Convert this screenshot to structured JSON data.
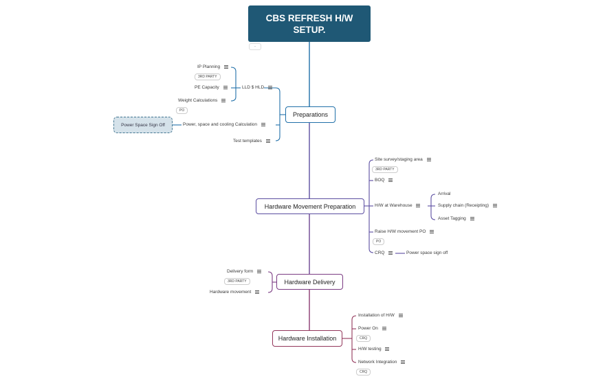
{
  "root": {
    "title": "CBS REFRESH H/W SETUP."
  },
  "colors": {
    "root_bg": "#1f5875",
    "prep": "#1f6fa8",
    "movement": "#5a4ca0",
    "delivery": "#7a3a82",
    "install": "#92355a"
  },
  "preparations": {
    "label": "Preparations",
    "lld": "LLD $ HLD",
    "ip_planning": "IP Planning",
    "ip_tag": "3RD PARTY",
    "pe_capacity": "PE Capacity",
    "weight": "Weight Calculations",
    "weight_tag": "PO",
    "power": "Power, space and cooling Calculation",
    "power_sign_off": "Power Space Sign Off",
    "test_templates": "Test templates"
  },
  "movement": {
    "label": "Hardware Movement Preparation",
    "site_survey": "Site survey/staging area",
    "site_tag": "3RD PARTY",
    "boq": "BOQ",
    "warehouse": "H/W at Warehouse",
    "arrival": "Arrival",
    "supply_chain": "Supply chain (Receipting)",
    "asset_tagging": "Asset Tagging",
    "raise_po": "Raise H/W movement PO",
    "raise_tag": "PO",
    "crq": "CRQ",
    "power_space": "Power space sign off"
  },
  "delivery": {
    "label": "Hardware Delivery",
    "delivery_form": "Delivery form",
    "delivery_tag": "3RD PARTY",
    "hw_movement": "Hardware movement"
  },
  "installation": {
    "label": "Hardware Installation",
    "install": "Installation of H/W",
    "power_on": "Power On",
    "power_tag": "CRQ",
    "testing": "H/W testing",
    "network": "Network Integration",
    "network_tag": "CRQ"
  }
}
